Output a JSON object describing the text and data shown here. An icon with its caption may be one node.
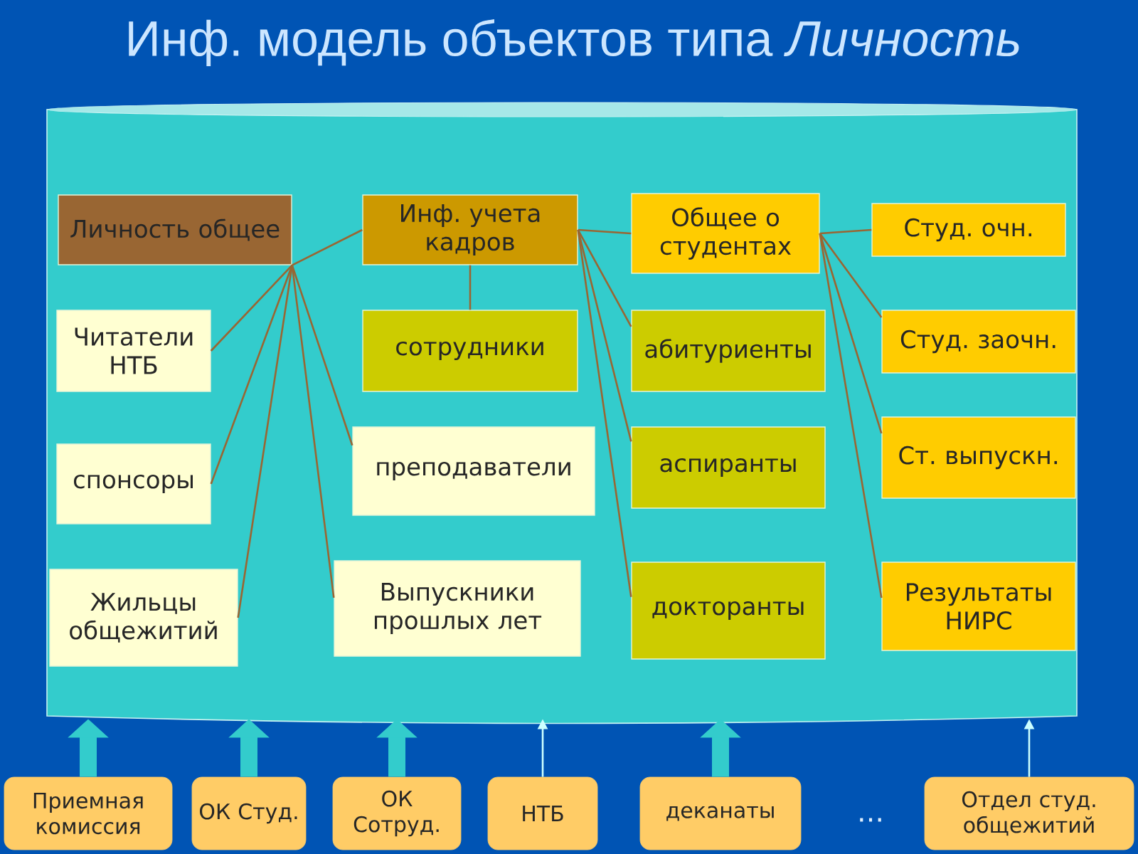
{
  "diagram": {
    "title": "Инф. модель объектов типа *Личность*",
    "nodes": [
      {
        "text": [],
        "shape": "cylinder"
      },
      {
        "text": [
          "Личность общее"
        ],
        "in": 0
      },
      {
        "text": [
          "Инф. учета кадров"
        ],
        "in": 0
      },
      {
        "text": [
          "Общее о студентах"
        ],
        "in": 0
      },
      {
        "text": [
          "Студ. очн."
        ],
        "in": 0
      },
      {
        "text": [
          "Читатели НТБ"
        ],
        "in": 0
      },
      {
        "text": [
          "сотрудники"
        ],
        "in": 0
      },
      {
        "text": [
          "абитуриенты"
        ],
        "in": 0
      },
      {
        "text": [
          "Студ. заочн."
        ],
        "in": 0
      },
      {
        "text": [
          "спонсоры"
        ],
        "in": 0
      },
      {
        "text": [
          "преподаватели"
        ],
        "in": 0
      },
      {
        "text": [
          "аспиранты"
        ],
        "in": 0
      },
      {
        "text": [
          "Ст. выпускн."
        ],
        "in": 0
      },
      {
        "text": [
          "Жильцы общежитий"
        ],
        "in": 0
      },
      {
        "text": [
          "Выпускники прошлых лет"
        ],
        "in": 0
      },
      {
        "text": [
          "докторанты"
        ],
        "in": 0
      },
      {
        "text": [
          "Результаты НИРС"
        ],
        "in": 0
      },
      {
        "text": [
          "Приемная комиссия"
        ]
      },
      {
        "text": [
          "ОК Студ."
        ]
      },
      {
        "text": [
          "ОК Сотруд."
        ]
      },
      {
        "text": [
          "НТБ"
        ]
      },
      {
        "text": [
          "деканаты"
        ]
      },
      {
        "text": [
          "Отдел студ. общежитий"
        ]
      }
    ],
    "edges": [
      {
        "from": 1,
        "to": 2,
        "arrow": "none"
      },
      {
        "from": 1,
        "to": 5,
        "arrow": "none"
      },
      {
        "from": 1,
        "to": 9,
        "arrow": "none"
      },
      {
        "from": 1,
        "to": 13,
        "arrow": "none"
      },
      {
        "from": 1,
        "to": 10,
        "arrow": "none"
      },
      {
        "from": 1,
        "to": 14,
        "arrow": "none"
      },
      {
        "from": 2,
        "to": 6,
        "arrow": "none"
      },
      {
        "from": 2,
        "to": 3,
        "arrow": "none"
      },
      {
        "from": 2,
        "to": 7,
        "arrow": "none"
      },
      {
        "from": 2,
        "to": 11,
        "arrow": "none"
      },
      {
        "from": 2,
        "to": 15,
        "arrow": "none"
      },
      {
        "from": 3,
        "to": 4,
        "arrow": "none"
      },
      {
        "from": 3,
        "to": 8,
        "arrow": "none"
      },
      {
        "from": 3,
        "to": 12,
        "arrow": "none"
      },
      {
        "from": 3,
        "to": 16,
        "arrow": "none"
      },
      {
        "from": 17,
        "to": 0,
        "arrow": "to",
        "style": "thick",
        "color": "#33cccc"
      },
      {
        "from": 18,
        "to": 0,
        "arrow": "to",
        "style": "thick",
        "color": "#33cccc"
      },
      {
        "from": 19,
        "to": 0,
        "arrow": "to",
        "style": "thick",
        "color": "#33cccc"
      },
      {
        "from": 20,
        "to": 0,
        "arrow": "to",
        "color": "#ccffff"
      },
      {
        "from": 21,
        "to": 0,
        "arrow": "to",
        "style": "thick",
        "color": "#33cccc"
      },
      {
        "from": 22,
        "to": 0,
        "arrow": "to",
        "color": "#ccffff"
      }
    ],
    "labels": [
      "..."
    ]
  }
}
